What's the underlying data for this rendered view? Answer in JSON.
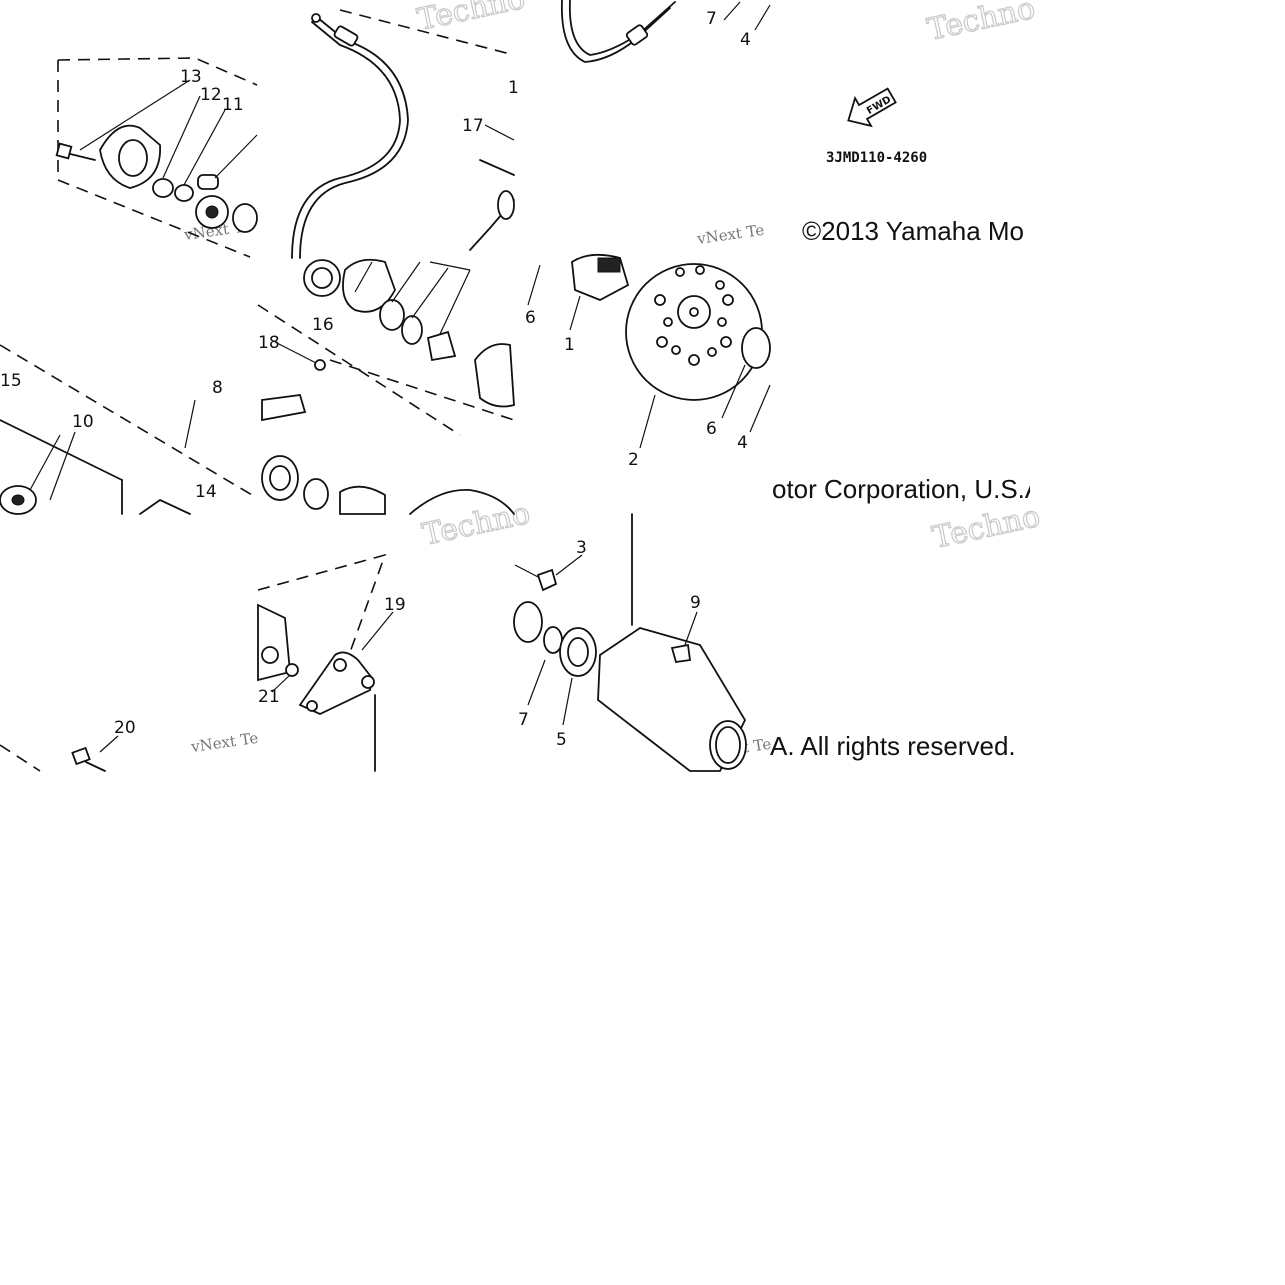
{
  "diagram": {
    "drawing_code": "3JMD110-4260",
    "fwd_arrow_label": "FWD",
    "copyright_parts": [
      "©2013 Yamaha Mo",
      "otor Corporation, U.S.A",
      "A. All rights reserved."
    ],
    "watermark_text": "Techno",
    "watermark_small": "vNext Te",
    "callouts": [
      "13",
      "12",
      "11",
      "17",
      "7",
      "4",
      "16",
      "18",
      "6",
      "1",
      "15",
      "10",
      "8",
      "14",
      "6",
      "4",
      "2",
      "3",
      "19",
      "21",
      "9",
      "7",
      "5",
      "20"
    ]
  }
}
